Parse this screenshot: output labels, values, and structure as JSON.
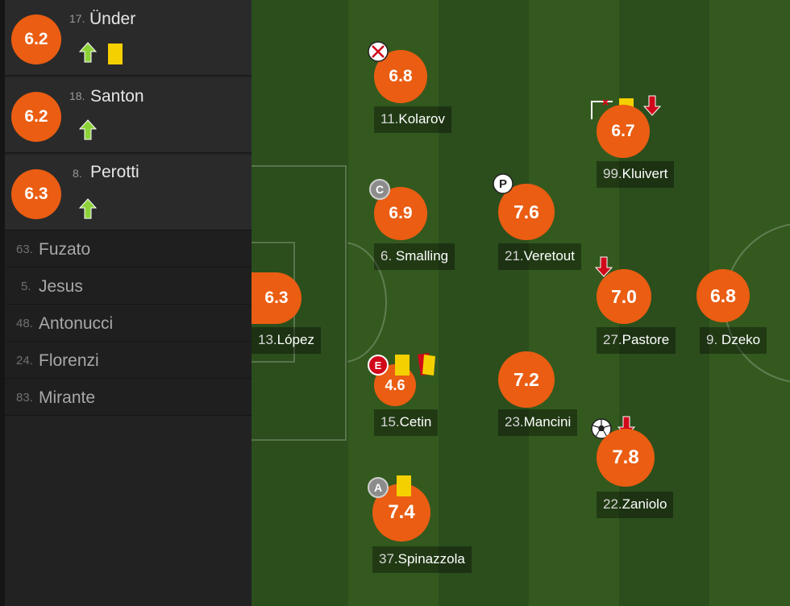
{
  "sidebar": {
    "substitutes": [
      {
        "rating": "6.2",
        "number": "17.",
        "name": "Ünder",
        "subbed_in": true,
        "yellow_card": true
      },
      {
        "rating": "6.2",
        "number": "18.",
        "name": "Santon",
        "subbed_in": true,
        "yellow_card": false
      },
      {
        "rating": "6.3",
        "number": "8.",
        "name": "Perotti",
        "subbed_in": true,
        "yellow_card": false
      }
    ],
    "bench": [
      {
        "number": "63.",
        "name": "Fuzato"
      },
      {
        "number": "5.",
        "name": "Jesus"
      },
      {
        "number": "48.",
        "name": "Antonucci"
      },
      {
        "number": "24.",
        "name": "Florenzi"
      },
      {
        "number": "83.",
        "name": "Mirante"
      }
    ]
  },
  "pitch": {
    "players": [
      {
        "key": "kolarov",
        "rating": "6.8",
        "number": "11.",
        "name": "Kolarov"
      },
      {
        "key": "kluivert",
        "rating": "6.7",
        "number": "99.",
        "name": "Kluivert"
      },
      {
        "key": "smalling",
        "rating": "6.9",
        "number": "6.",
        "name": "Smalling"
      },
      {
        "key": "veretout",
        "rating": "7.6",
        "number": "21.",
        "name": "Veretout"
      },
      {
        "key": "lopez",
        "rating": "6.3",
        "number": "13.",
        "name": "López"
      },
      {
        "key": "pastore",
        "rating": "7.0",
        "number": "27.",
        "name": "Pastore"
      },
      {
        "key": "dzeko",
        "rating": "6.8",
        "number": "9.",
        "name": "Dzeko"
      },
      {
        "key": "cetin",
        "rating": "4.6",
        "number": "15.",
        "name": "Cetin"
      },
      {
        "key": "mancini",
        "rating": "7.2",
        "number": "23.",
        "name": "Mancini"
      },
      {
        "key": "zaniolo",
        "rating": "7.8",
        "number": "22.",
        "name": "Zaniolo"
      },
      {
        "key": "spinazzola",
        "rating": "7.4",
        "number": "37.",
        "name": "Spinazzola"
      }
    ],
    "badges": {
      "captain": "C",
      "assist": "A",
      "error": "E"
    }
  },
  "colors": {
    "rating": "#ea5d12",
    "yellow_card": "#f5d000",
    "red_card": "#d0081a",
    "sub_in_arrow": "#8ed23a",
    "sub_out_arrow": "#d0081a",
    "pitch_dark": "#2a4d1b",
    "pitch_light": "#33591f"
  },
  "icons": [
    "sub-in-arrow-icon",
    "sub-out-arrow-icon",
    "yellow-card-icon",
    "red-card-icon",
    "ball-icon",
    "own-goal-ball-icon",
    "missed-chance-icon",
    "penalty-icon",
    "captain-badge-icon",
    "assist-badge-icon",
    "error-badge-icon"
  ]
}
